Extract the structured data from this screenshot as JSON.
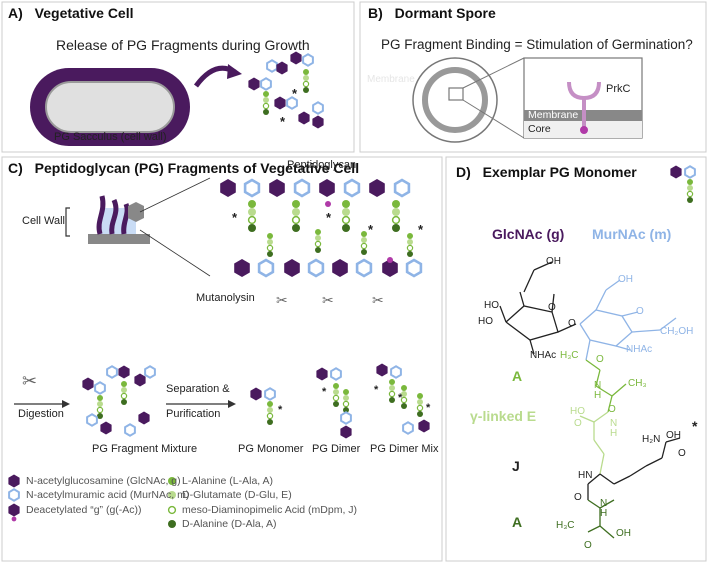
{
  "panelA": {
    "label": "A)",
    "title": "Vegetative Cell",
    "subtitle": "Release of PG Fragments during Growth",
    "sacculus_label": "PG Sacculus (cell wall)"
  },
  "panelB": {
    "label": "B)",
    "title": "Dormant Spore",
    "subtitle": "PG Fragment Binding = Stimulation of Germination?",
    "prkc": "PrkC",
    "membrane": "Membrane",
    "core": "Core",
    "faded_text": "Membrane"
  },
  "panelC": {
    "label": "C)",
    "title": "Peptidoglycan (PG) Fragments of Vegetative Cell",
    "peptidoglycan": "Peptidoglycan",
    "cell_wall": "Cell Wall",
    "mutanolysin": "Mutanolysin",
    "digestion": "Digestion",
    "separation": "Separation &",
    "purification": "Purification",
    "mixture": "PG Fragment Mixture",
    "monomer": "PG Monomer",
    "dimer": "PG Dimer",
    "dimer_mix": "PG Dimer Mix"
  },
  "panelD": {
    "label": "D)",
    "title": "Exemplar PG Monomer",
    "glcnac": "GlcNAc (g)",
    "murnac": "MurNAc (m)",
    "A1": "A",
    "E": "γ-linked E",
    "J": "J",
    "A2": "A",
    "atoms": {
      "oh1": "OH",
      "oh2": "OH",
      "ho1": "HO",
      "ho2": "HO",
      "o_ring1": "O",
      "o_ring2": "O",
      "o_link": "O",
      "o_a": "O",
      "nhac1": "NHAc",
      "nhac2": "NHAc",
      "ch2oh": "CH₂OH",
      "h3c1": "H₃C",
      "o1": "O",
      "ch3": "CH₃",
      "nh1": "N",
      "h1": "H",
      "o2": "O",
      "ho_e": "HO",
      "o_e": "O",
      "nh2": "N",
      "h2": "H",
      "h2n": "H₂N",
      "o_j": "O",
      "oh_j": "OH",
      "hn1": "HN",
      "o_j2": "O",
      "nh3": "N",
      "h3": "H",
      "h3c2": "H₃C",
      "oh_a": "OH",
      "o_a2": "O"
    }
  },
  "legend": {
    "left": [
      "N-acetylglucosamine (GlcNAc, g)",
      "N-acetylmuramic acid (MurNAc, m)",
      "Deacetylated “g” (g(-Ac))"
    ],
    "right": [
      "L-Alanine (L-Ala, A)",
      "D-Glutamate (D-Glu, E)",
      "meso-Diaminopimelic Acid (mDpm, J)",
      "D-Alanine (D-Ala, A)"
    ]
  },
  "colors": {
    "glcnac": "#4a1a5e",
    "murnac": "#8fb4e6",
    "l_ala": "#7ab83c",
    "d_glu": "#b9db8e",
    "mdpm": "#7ab83c",
    "d_ala": "#3e6e20",
    "prkc": "#c58fc5",
    "pink": "#b03aa8"
  },
  "star": "*"
}
